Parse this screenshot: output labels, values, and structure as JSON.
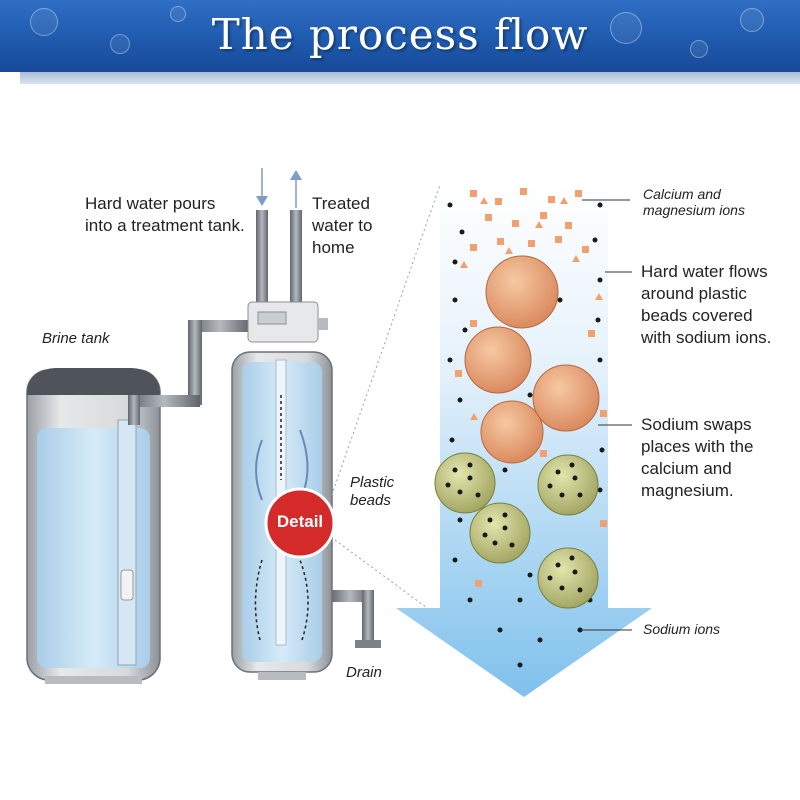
{
  "title": "The process flow",
  "labels": {
    "hard_water_in": "Hard water pours into a treatment tank.",
    "treated_out": "Treated water to home",
    "brine_tank": "Brine tank",
    "detail": "Detail",
    "plastic_beads": "Plastic beads",
    "drain": "Drain",
    "calcium_ions": "Calcium and magnesium ions",
    "hard_water_flows": "Hard water flows around plastic beads covered with sodium ions.",
    "sodium_swaps": "Sodium swaps places with the calcium and magnesium.",
    "sodium_ions": "Sodium ions"
  },
  "colors": {
    "banner": "#1f5aae",
    "detail_badge": "#d42a2a",
    "water": "#bcd9ef",
    "ion_orange": "#f2a070",
    "bead_green": "#c4c884"
  }
}
